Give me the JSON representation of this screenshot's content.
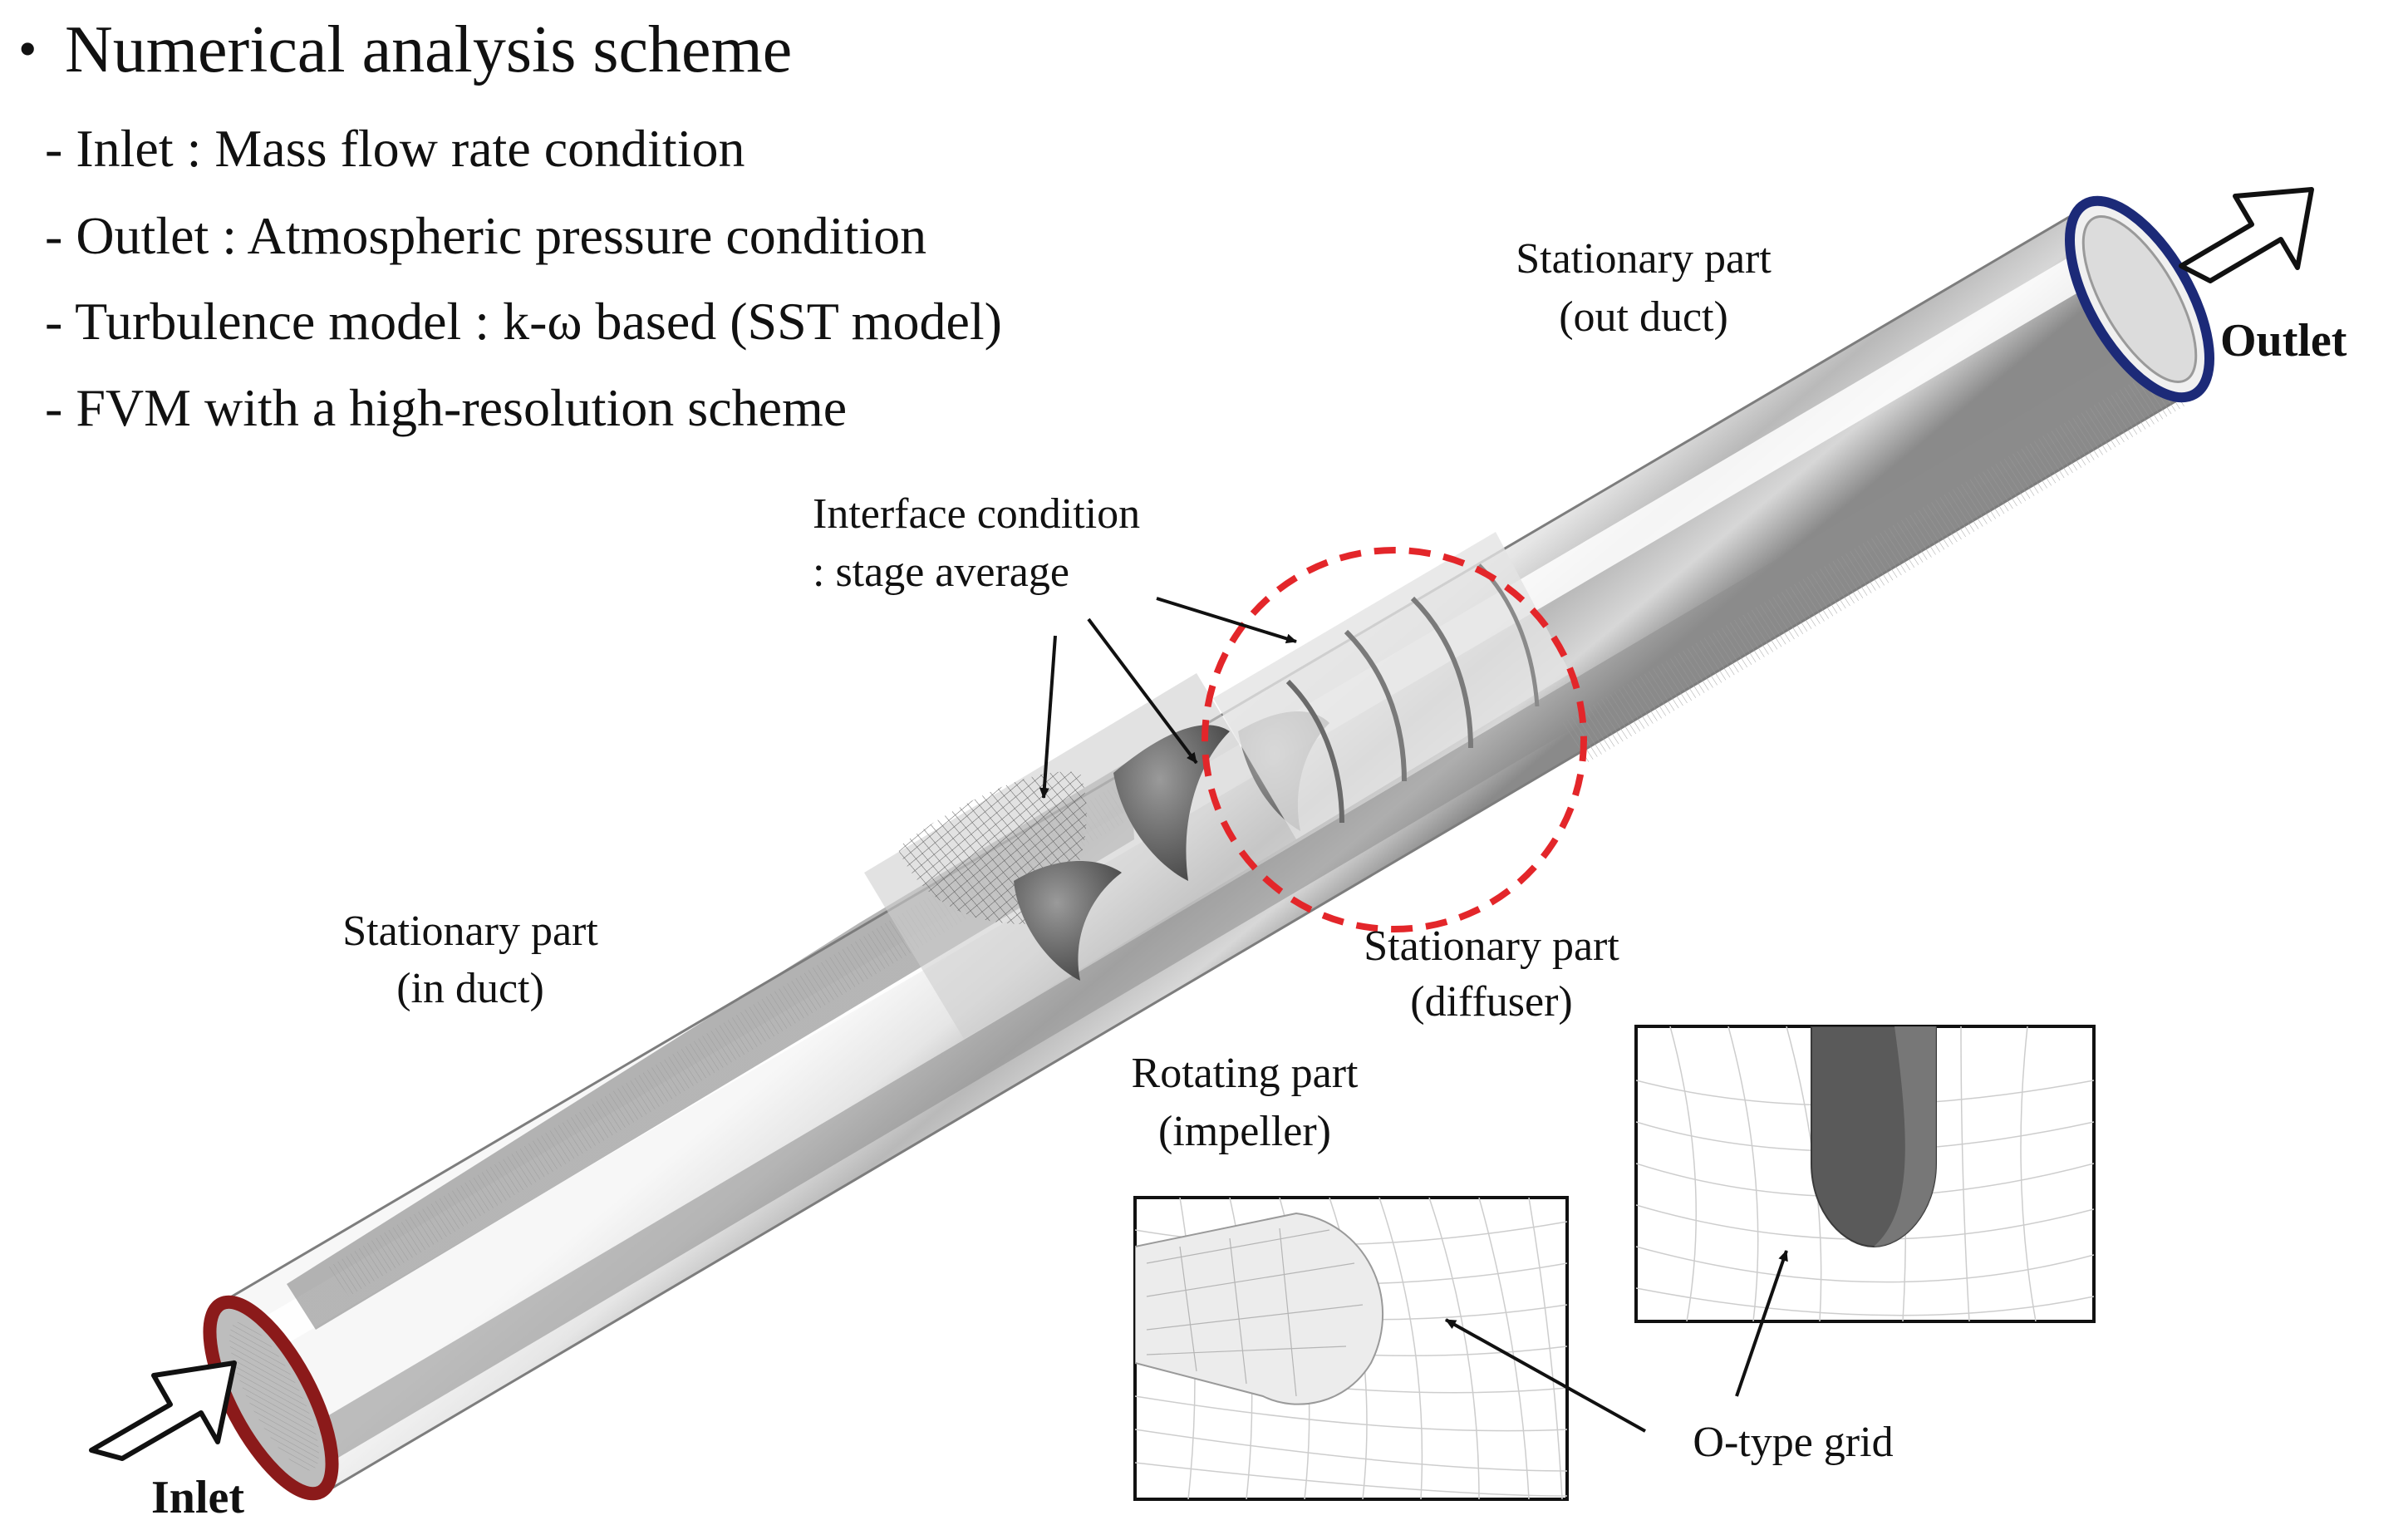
{
  "header": {
    "bullet": "•",
    "title": "Numerical analysis scheme",
    "items": [
      "-  Inlet : Mass flow rate condition",
      "- Outlet : Atmospheric pressure condition",
      "- Turbulence model : k-ω based (SST model)",
      "- FVM with a high-resolution scheme"
    ]
  },
  "labels": {
    "outlet": "Outlet",
    "inlet": "Inlet",
    "stationary_out_1": "Stationary part",
    "stationary_out_2": "(out duct)",
    "stationary_in_1": "Stationary part",
    "stationary_in_2": "(in duct)",
    "stationary_diff_1": "Stationary part",
    "stationary_diff_2": "(diffuser)",
    "interface_1": "Interface condition",
    "interface_2": ": stage average",
    "rotating_1": "Rotating part",
    "rotating_2": "(impeller)",
    "otype": "O-type grid"
  },
  "colors": {
    "inlet_ring": "#8b1a1a",
    "outlet_ring": "#1c2a78",
    "highlight_circle": "#e3262a",
    "duct_light": "#f2f2f2",
    "duct_mid": "#bdbdbd",
    "duct_dark": "#6f6f6f",
    "grid_line": "#c8c8c8"
  }
}
